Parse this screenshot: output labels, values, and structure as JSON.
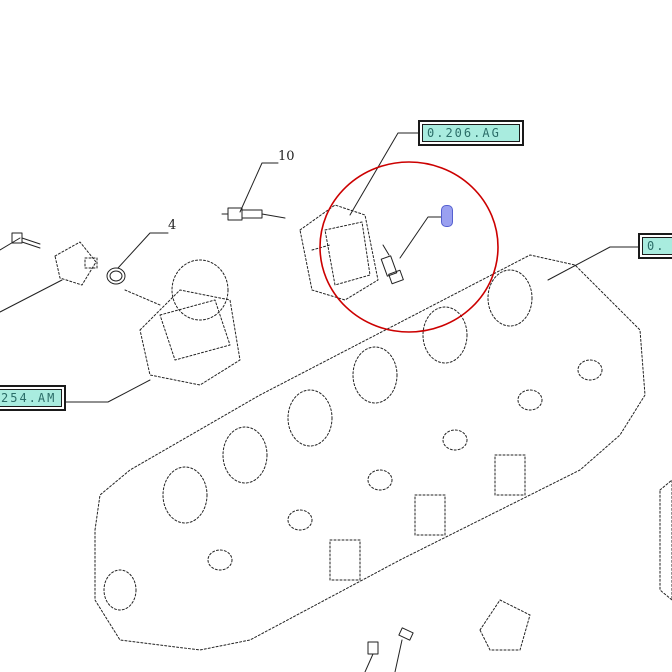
{
  "references": {
    "top": "0.206.AG",
    "right": "0.",
    "left": "254.AM"
  },
  "callouts": {
    "ten": "10",
    "four": "4"
  },
  "highlight": {
    "color": "#cc0000",
    "marker_color": "#9aa0f0"
  },
  "icons": [
    "sensor-icon",
    "bolt-icon",
    "o-ring-icon",
    "bracket-icon",
    "cylinder-head-icon"
  ]
}
